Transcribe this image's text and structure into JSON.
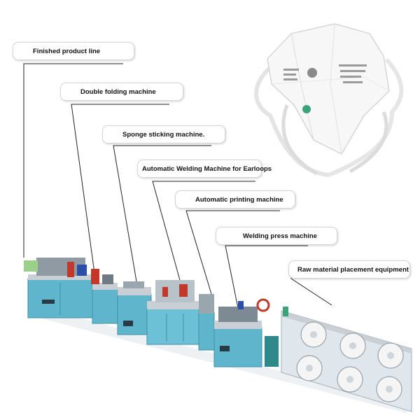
{
  "labels": [
    {
      "id": "finished",
      "text": "Finished product line"
    },
    {
      "id": "double",
      "text": "Double folding machine"
    },
    {
      "id": "sponge",
      "text": "Sponge sticking machine."
    },
    {
      "id": "welding-earloops",
      "text": "Automatic Welding Machine for Earloops"
    },
    {
      "id": "printing",
      "text": "Automatic printing machine"
    },
    {
      "id": "welding-press",
      "text": "Welding press machine"
    },
    {
      "id": "raw",
      "text": "Raw material placement equipment"
    }
  ],
  "colors": {
    "machine_teal": "#5fb6cc",
    "frame": "#c9cfd4",
    "accent_red": "#c0392b",
    "accent_blue": "#2b4fa8"
  }
}
